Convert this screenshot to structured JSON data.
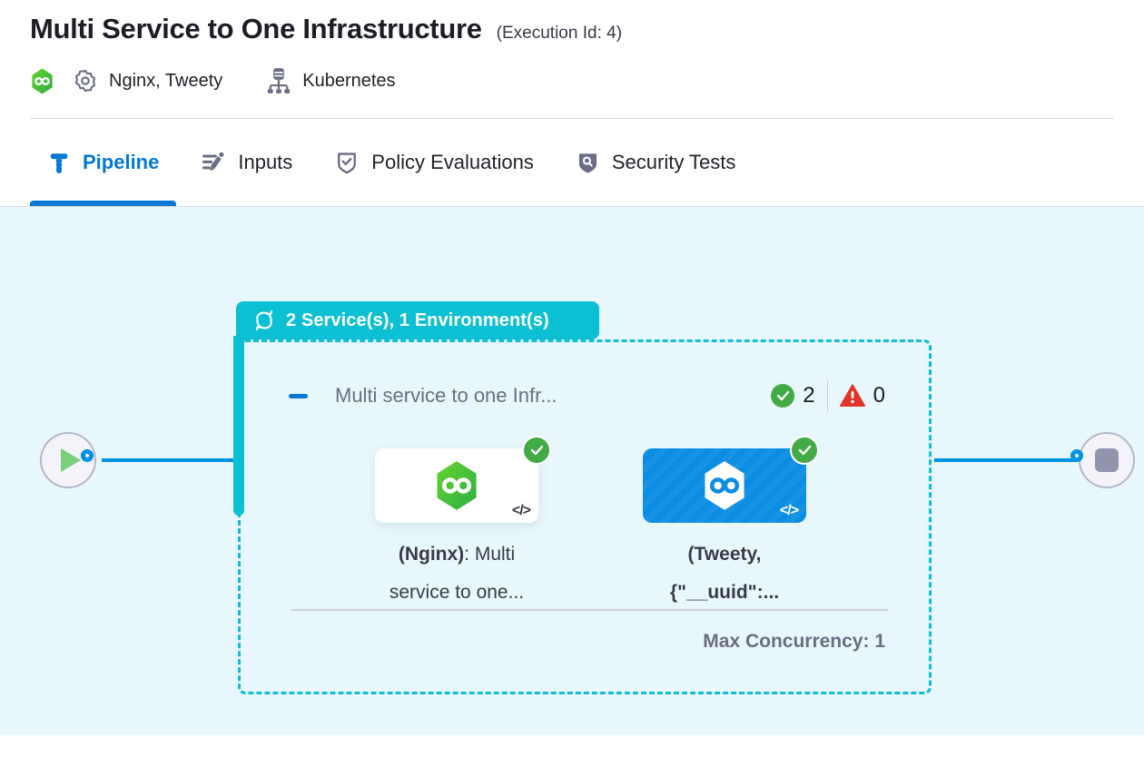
{
  "header": {
    "title": "Multi Service to One Infrastructure",
    "execution_id": "(Execution Id: 4)",
    "services": "Nginx, Tweety",
    "infrastructure": "Kubernetes"
  },
  "tabs": {
    "pipeline": "Pipeline",
    "inputs": "Inputs",
    "policy": "Policy Evaluations",
    "security": "Security Tests"
  },
  "canvas": {
    "badge_label": "2 Service(s), 1 Environment(s)",
    "stage_title": "Multi service to one Infr...",
    "success_count": "2",
    "failed_count": "0",
    "max_concurrency": "Max Concurrency: 1",
    "code_glyph": "</>",
    "service_cards": {
      "nginx_bold": "(Nginx)",
      "nginx_rest": ": Multi",
      "nginx_line2": "service to one...",
      "tweety_bold": "(Tweety,",
      "tweety_line2": "{\"__uuid\":..."
    }
  },
  "colors": {
    "teal_accent": "#0cc0d4",
    "edge_blue": "#0092e4",
    "tab_active_blue": "#0278d5",
    "success_green": "#42ab45",
    "error_red": "#e2342a",
    "service_card_blue": "#0b8de4",
    "harness_green": "#4cc63a",
    "canvas_bg": "#e8f7fc"
  }
}
